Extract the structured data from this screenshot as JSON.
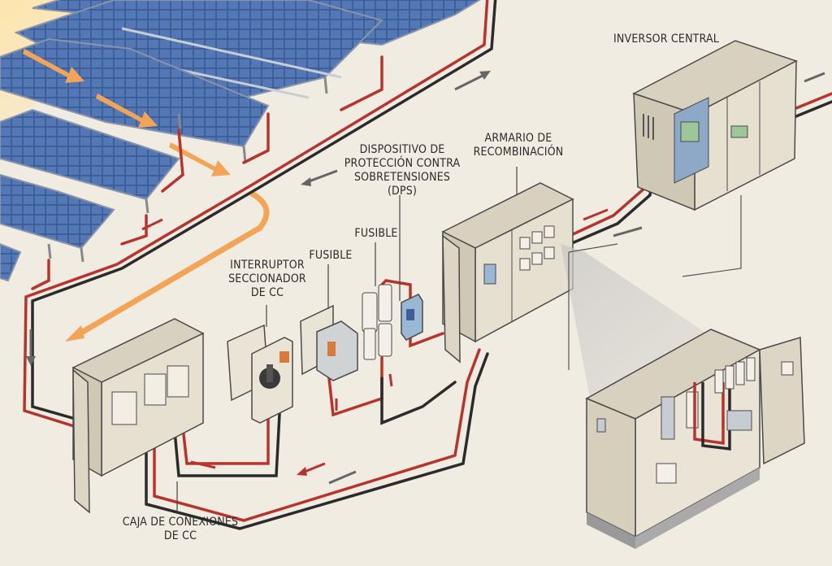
{
  "labels": {
    "inverter": "INVERSOR CENTRAL",
    "dps": "DISPOSITIVO DE\nPROTECCIÓN CONTRA\nSOBRETENSIONES\n(DPS)",
    "recombiner": "ARMARIO DE\nRECOMBINACIÓN",
    "fuse1": "FUSIBLE",
    "fuse2": "FUSIBLE",
    "disconnector": "INTERRUPTOR\nSECCIONADOR\nDE CC",
    "junction_box": "CAJA DE CONEXIONES\nDE CC"
  },
  "colors": {
    "background": "#f1ece2",
    "cable_positive": "#b8332e",
    "cable_negative": "#2b2b2b",
    "panel_cell": "#3e5f98",
    "cabinet": "#e6e0d1",
    "flow_arrow": "#f2a556",
    "callout_line": "#555555"
  }
}
